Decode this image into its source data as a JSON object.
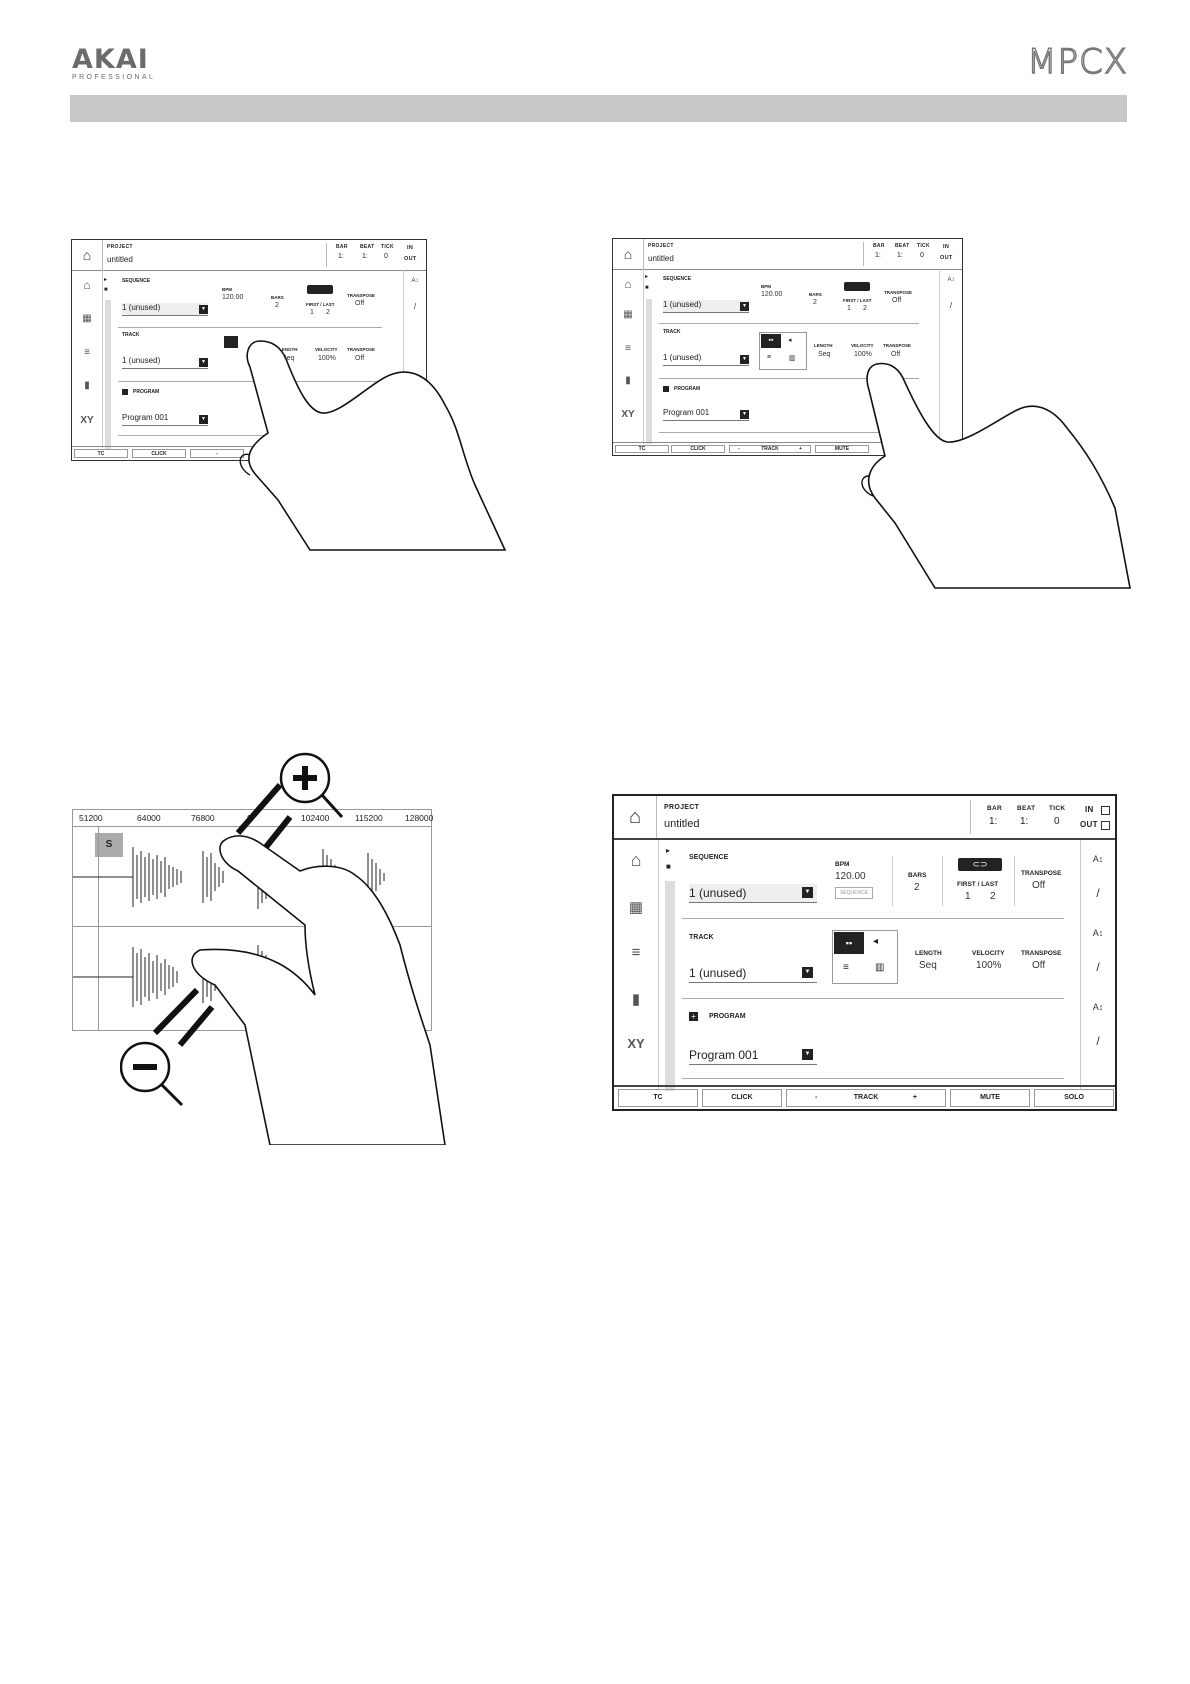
{
  "brand": {
    "akai": "AKAI",
    "akai_sub": "PROFESSIONAL",
    "model": "MPCX"
  },
  "screen": {
    "project_label": "PROJECT",
    "project_name": "untitled",
    "bar_label": "BAR",
    "beat_label": "BEAT",
    "tick_label": "TICK",
    "bar_value": "1:",
    "beat_value": "1:",
    "tick_value": "0",
    "in_label": "IN",
    "out_label": "OUT",
    "sequence": {
      "label": "SEQUENCE",
      "value": "1   (unused)",
      "bpm_label": "BPM",
      "bpm_value": "120.00",
      "bpm_button": "SEQUENCE",
      "bars_label": "BARS",
      "bars_value": "2",
      "first_last_label": "FIRST / LAST",
      "first_value": "1",
      "last_value": "2",
      "transpose_label": "TRANSPOSE",
      "transpose_value": "Off"
    },
    "track": {
      "label": "TRACK",
      "value": "1   (unused)",
      "length_label": "LENGTH",
      "length_value": "Seq",
      "velocity_label": "VELOCITY",
      "velocity_value": "100%",
      "transpose_label": "TRANSPOSE",
      "transpose_value": "Off"
    },
    "program": {
      "label": "PROGRAM",
      "value": "Program 001"
    },
    "footer": {
      "tc": "TC",
      "click": "CLICK",
      "minus": "-",
      "track": "TRACK",
      "plus": "+",
      "mute": "MUTE",
      "solo": "SOLO"
    },
    "dropdown_icon": "▼"
  },
  "waveform": {
    "ruler": [
      "51200",
      "64000",
      "76800",
      "8",
      "102400",
      "115200",
      "128000"
    ],
    "solo_label": "S"
  }
}
